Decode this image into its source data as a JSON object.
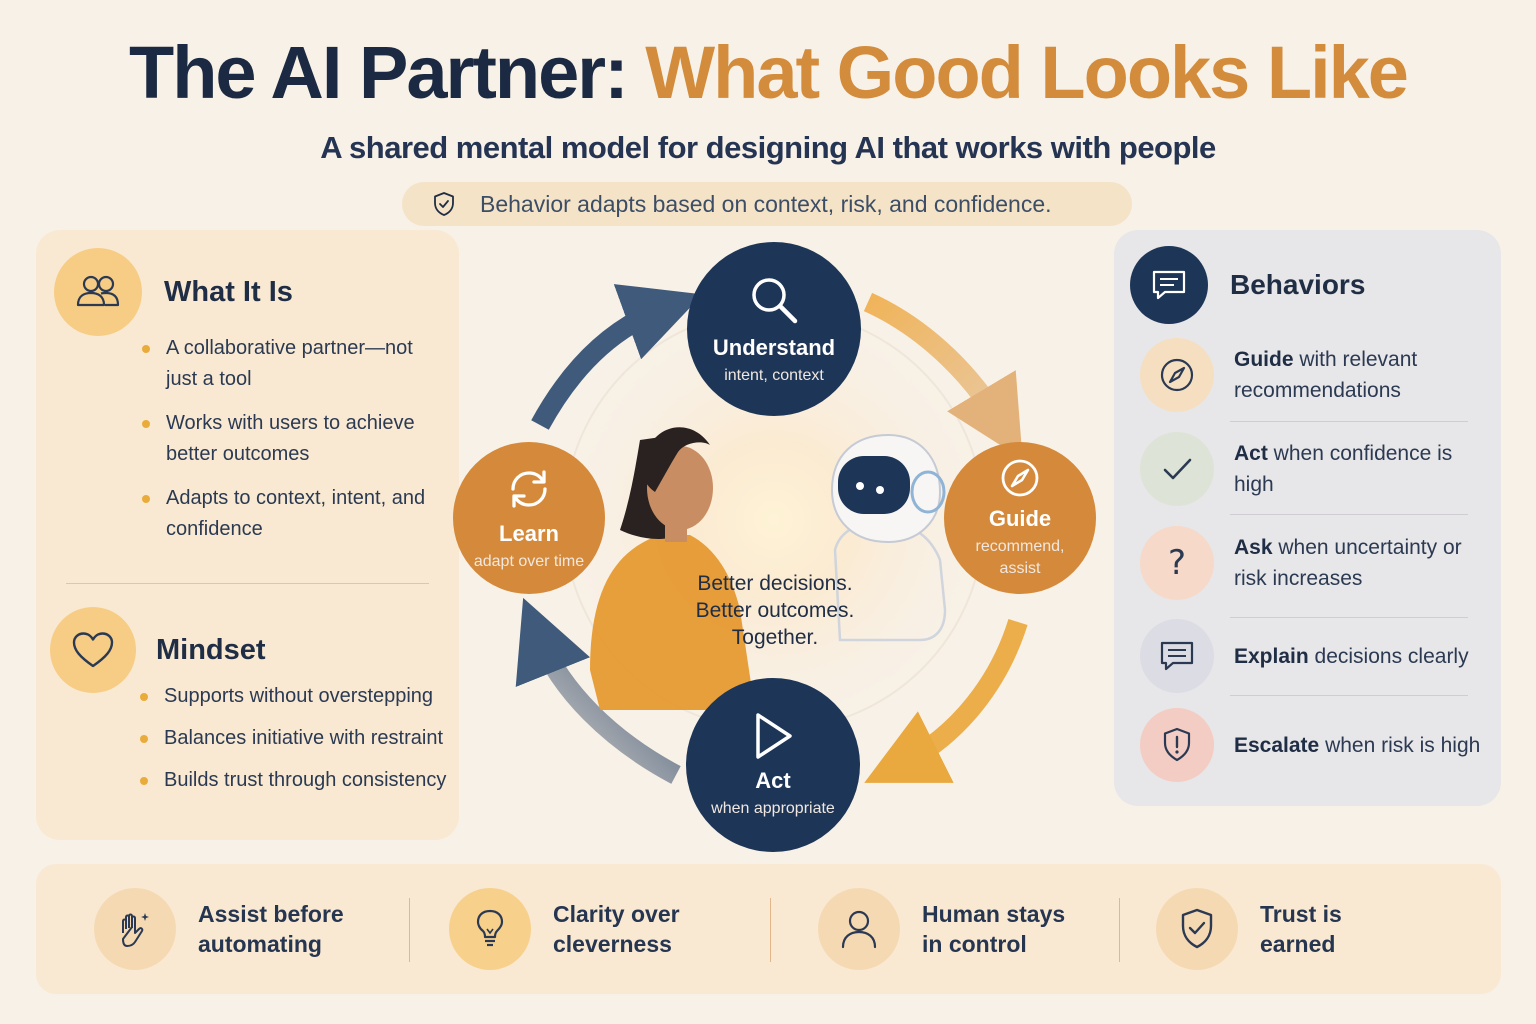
{
  "header": {
    "title_main": "The AI Partner: ",
    "title_accent": "What Good Looks Like",
    "subtitle": "A shared mental model for designing AI that works with people",
    "banner": "Behavior adapts based on context, risk, and confidence.",
    "banner_icon": "shield-check-icon"
  },
  "what_it_is": {
    "title": "What It Is",
    "icon": "people-icon",
    "bullets": [
      "A collaborative partner—not just a tool",
      "Works with users to achieve better outcomes",
      "Adapts to context, intent, and confidence"
    ]
  },
  "mindset": {
    "title": "Mindset",
    "icon": "heart-icon",
    "bullets": [
      "Supports without overstepping",
      "Balances initiative with restraint",
      "Builds trust through consistency"
    ]
  },
  "cycle": {
    "understand": {
      "label": "Understand",
      "sub": "intent, context",
      "icon": "search-icon"
    },
    "guide": {
      "label": "Guide",
      "sub": "recommend, assist",
      "icon": "compass-icon"
    },
    "act": {
      "label": "Act",
      "sub": "when appropriate",
      "icon": "play-icon"
    },
    "learn": {
      "label": "Learn",
      "sub": "adapt over time",
      "icon": "refresh-icon"
    },
    "center_lines": [
      "Better decisions.",
      "Better outcomes.",
      "Together."
    ]
  },
  "behaviors": {
    "title": "Behaviors",
    "icon": "chat-icon",
    "items": [
      {
        "bold": "Guide",
        "rest": " with relevant recommendations",
        "icon": "compass-icon",
        "color": "#f6dfc0"
      },
      {
        "bold": "Act",
        "rest": " when confidence is high",
        "icon": "check-icon",
        "color": "#dde3d6"
      },
      {
        "bold": "Ask",
        "rest": " when uncertainty or risk increases",
        "icon": "question-icon",
        "color": "#f6d9c9"
      },
      {
        "bold": "Explain",
        "rest": " decisions clearly",
        "icon": "message-icon",
        "color": "#dcdde4"
      },
      {
        "bold": "Escalate",
        "rest": " when risk is high",
        "icon": "alert-shield-icon",
        "color": "#f3cdc3"
      }
    ]
  },
  "principles": [
    {
      "label": "Assist before automating",
      "icon": "hand-sparkle-icon"
    },
    {
      "label": "Clarity over cleverness",
      "icon": "lightbulb-icon"
    },
    {
      "label": "Human stays in control",
      "icon": "person-icon"
    },
    {
      "label": "Trust is earned",
      "icon": "shield-check-icon"
    }
  ],
  "colors": {
    "navy": "#1d3557",
    "orange": "#d5893a",
    "accent": "#d28c3c",
    "bullet": "#e9ac3a"
  }
}
